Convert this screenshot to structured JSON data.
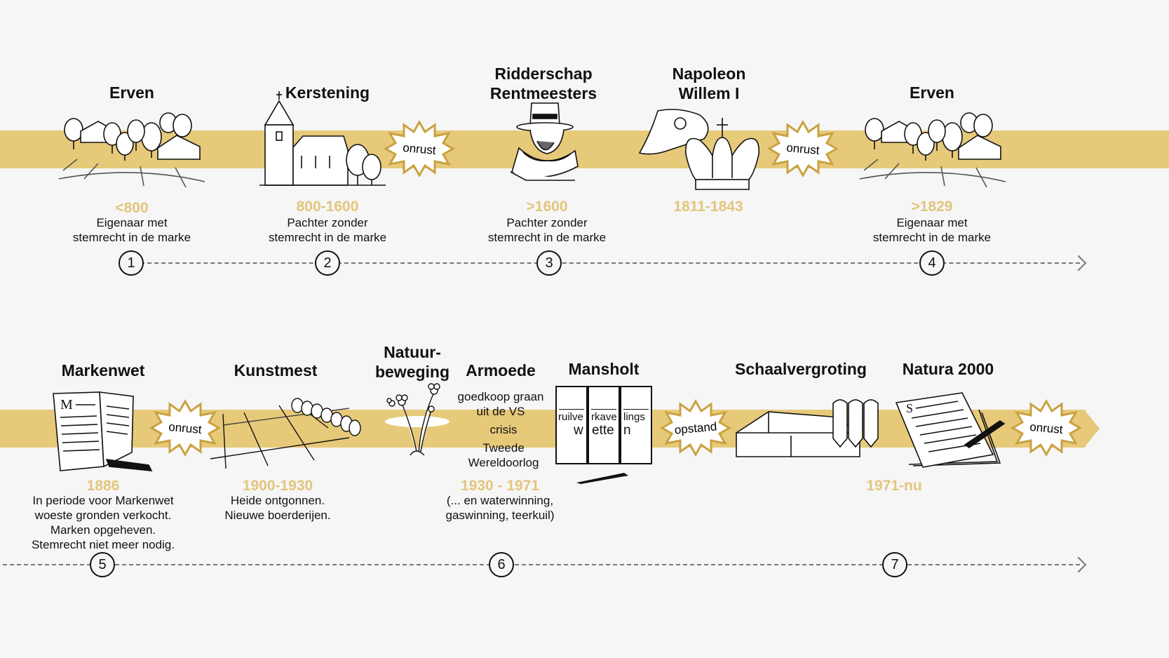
{
  "colors": {
    "band": "#e7c97a",
    "period": "#e3c57c",
    "burst_fill": "#ffffff",
    "burst_edge": "#c9a240"
  },
  "row1": {
    "stages": [
      {
        "title": "Erven",
        "period": "<800",
        "desc1": "Eigenaar met",
        "desc2": "stemrecht in de marke",
        "icon": "farm-trees-icon"
      },
      {
        "title": "Kerstening",
        "period": "800-1600",
        "desc1": "Pachter zonder",
        "desc2": "stemrecht in de marke",
        "icon": "church-icon"
      },
      {
        "title1": "Ridderschap",
        "title2": "Rentmeesters",
        "period": ">1600",
        "desc1": "Pachter zonder",
        "desc2": "stemrecht in de marke",
        "icon": "nobleman-icon"
      },
      {
        "title1": "Napoleon",
        "title2": "Willem I",
        "period": "1811-1843",
        "icon": "hat-crown-icon"
      },
      {
        "title": "Erven",
        "period": ">1829",
        "desc1": "Eigenaar met",
        "desc2": "stemrecht in de marke",
        "icon": "farm-trees-icon"
      }
    ],
    "bursts": [
      "onrust",
      "onrust"
    ],
    "markers": [
      "1",
      "2",
      "3",
      "4"
    ]
  },
  "row2": {
    "markenwet": {
      "title": "Markenwet",
      "period": "1886",
      "desc": [
        "In periode voor Markenwet",
        "woeste gronden verkocht.",
        "Marken opgeheven.",
        "Stemrecht niet meer nodig."
      ]
    },
    "kunstmest": {
      "title": "Kunstmest",
      "period": "1900-1930",
      "desc": [
        "Heide ontgonnen.",
        "Nieuwe boerderijen."
      ]
    },
    "natuur": {
      "title1": "Natuur-",
      "title2": "beweging"
    },
    "armoede": {
      "title": "Armoede",
      "lines": [
        "goedkoop graan",
        "uit de VS",
        "crisis",
        "Tweede",
        "Wereldoorlog"
      ],
      "period": "1930 - 1971",
      "desc": [
        "(... en waterwinning,",
        "gaswinning, teerkuil)"
      ]
    },
    "mansholt": {
      "title": "Mansholt",
      "board": [
        "ruilve",
        "rkave",
        "lings"
      ],
      "board_big": [
        "w",
        "ette",
        "n"
      ]
    },
    "schaal": {
      "title": "Schaalvergroting"
    },
    "natura": {
      "title": "Natura 2000",
      "period": "1971-nu"
    },
    "bursts": [
      "onrust",
      "opstand",
      "onrust"
    ],
    "markers": [
      "5",
      "6",
      "7"
    ]
  }
}
